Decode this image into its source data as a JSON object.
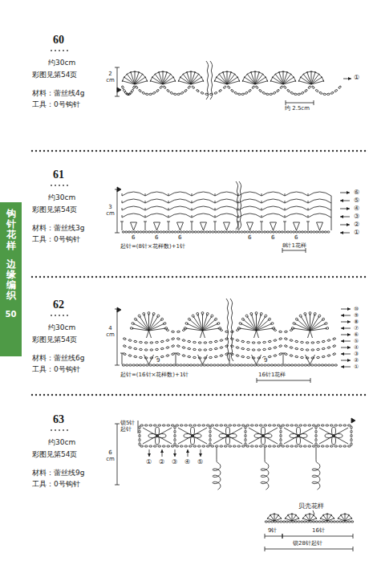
{
  "diagram": {
    "nodes": [
      {
        "text": [
          "钩针花样",
          "边缘编织",
          "50"
        ]
      }
    ],
    "labels": [
      "60",
      "约30cm",
      "彩图见第54页",
      "材料：蕾丝线4g",
      "工具：0号钩针",
      "2 cm",
      "约 2.5cm",
      "①",
      "61",
      "约30cm",
      "彩图见第54页",
      "材料：蕾丝线3g",
      "工具：0号钩针",
      "3 cm",
      "⑥",
      "⑤",
      "④",
      "③",
      "②",
      "①",
      "6",
      "6",
      "6",
      "6",
      "6",
      "6",
      "起针=(8针×花样数)+1针",
      "8针1花样",
      "62",
      "约30cm",
      "彩图见第54页",
      "材料：蕾丝线6g",
      "工具：0号钩针",
      "4 cm",
      "⑩",
      "⑨",
      "⑧",
      "⑦",
      "⑥",
      "⑤",
      "④",
      "③",
      "②",
      "①",
      "9",
      "9",
      "起针=(16针×花样数)+1针",
      "16针1花样",
      "63",
      "约30cm",
      "彩图见第54页",
      "材料：蕾丝线9g",
      "工具：0号钩针",
      "锁5针起针",
      "6 cm",
      "①",
      "②",
      "③",
      "④",
      "⑤",
      "贝壳花样",
      "9针",
      "16针",
      "锁28针起针"
    ]
  }
}
